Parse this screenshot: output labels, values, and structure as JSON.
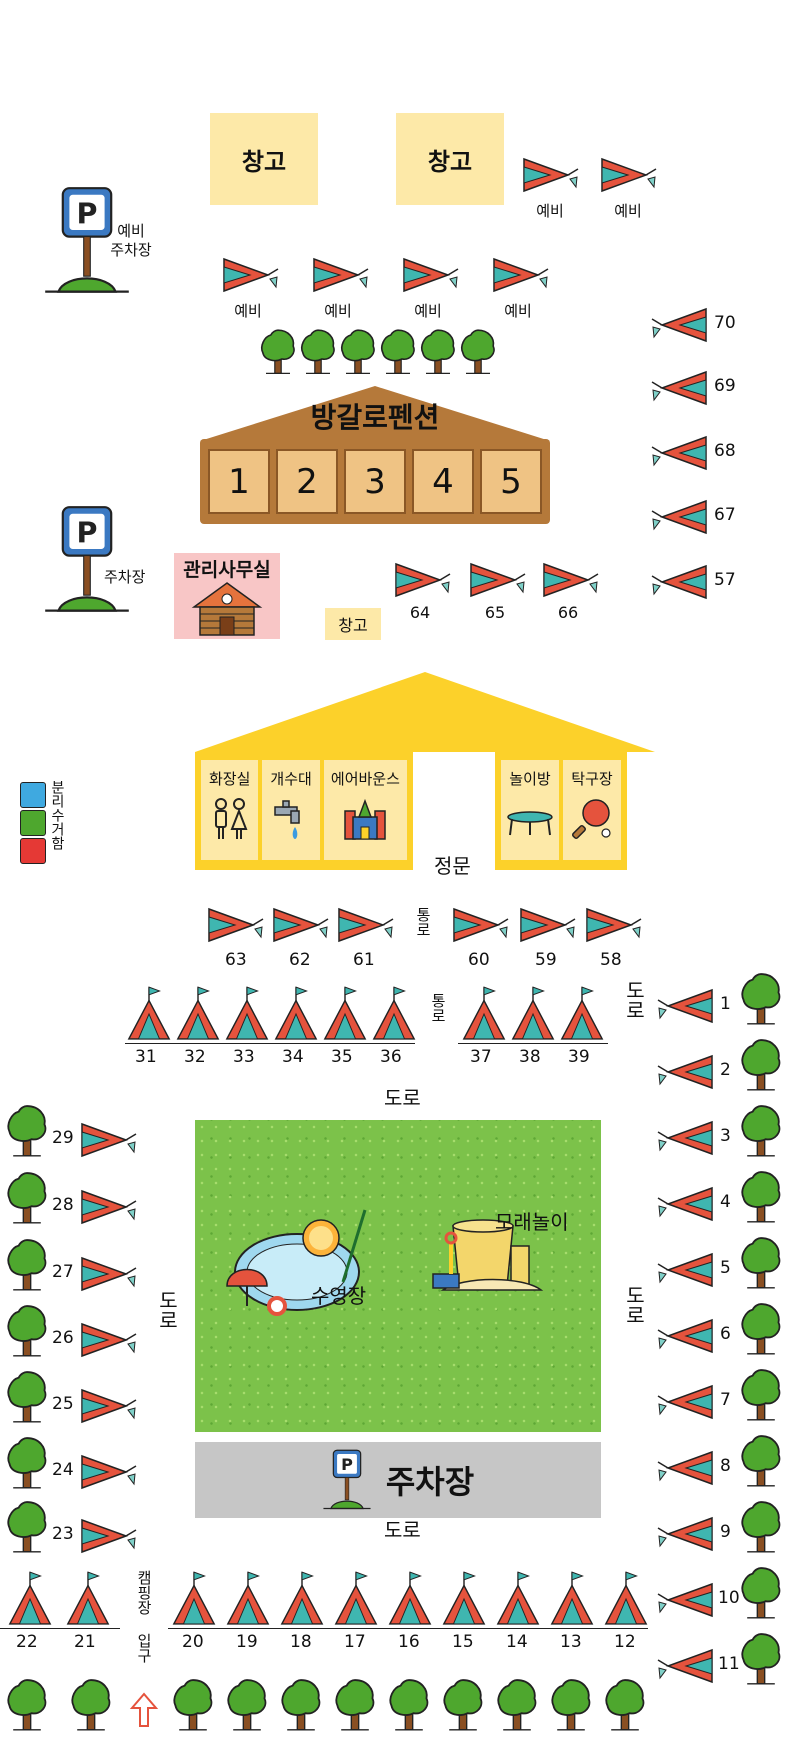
{
  "labels": {
    "storage": "창고",
    "reserve": "예비",
    "reserve_parking": "예비\n주차장",
    "parking": "주차장",
    "bungalow": "방갈로펜션",
    "office": "관리사무실",
    "toilet": "화장실",
    "sink": "개수대",
    "air_bounce": "에어바운스",
    "playroom": "놀이방",
    "ping_pong": "탁구장",
    "main_gate": "정문",
    "passage": "통로",
    "road": "도로",
    "pool": "수영장",
    "sand_play": "모래놀이",
    "parking_lot": "주차장",
    "camp_entrance": "캠핑장 입구",
    "recycle": "분리수거함"
  },
  "bungalow_rooms": [
    "1",
    "2",
    "3",
    "4",
    "5"
  ],
  "sites": {
    "right_upper": [
      "70",
      "69",
      "68",
      "67",
      "57"
    ],
    "office_row": [
      "64",
      "65",
      "66"
    ],
    "front_row": [
      "63",
      "62",
      "61",
      "60",
      "59",
      "58"
    ],
    "tent_row": [
      "31",
      "32",
      "33",
      "34",
      "35",
      "36",
      "37",
      "38",
      "39"
    ],
    "left_col": [
      "29",
      "28",
      "27",
      "26",
      "25",
      "24",
      "23"
    ],
    "right_col": [
      "1",
      "2",
      "3",
      "4",
      "5",
      "6",
      "7",
      "8",
      "9",
      "10",
      "11"
    ],
    "bottom_left": [
      "22",
      "21"
    ],
    "bottom_row": [
      "20",
      "19",
      "18",
      "17",
      "16",
      "15",
      "14",
      "13",
      "12"
    ]
  },
  "colors": {
    "tent_red": "#e5533d",
    "tent_teal": "#3fb6b0",
    "tree_green": "#4ea72e",
    "trunk": "#8a4f22",
    "bungalow": "#b5793a",
    "facility": "#fcd12a",
    "storage": "#fde9a8",
    "office": "#f8c6c6"
  }
}
